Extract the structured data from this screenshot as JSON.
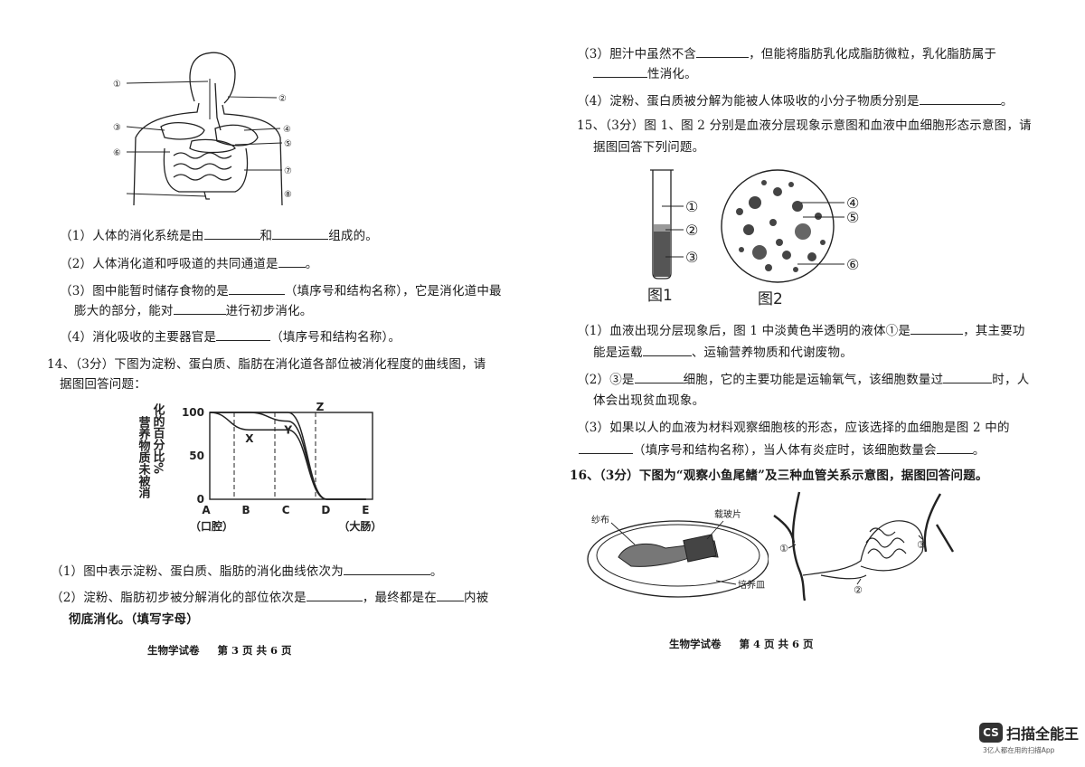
{
  "left_page": {
    "q13": {
      "digestive_labels": [
        "①",
        "③",
        "⑥",
        "②",
        "④",
        "⑤",
        "⑦",
        "⑧"
      ],
      "s1_pre": "（1）人体的消化系统是由",
      "s1_mid": "和",
      "s1_post": "组成的。",
      "s2": "（2）人体消化道和呼吸道的共同通道是",
      "s2_post": "。",
      "s3a": "（3）图中能暂时储存食物的是",
      "s3a_post": "（填序号和结构名称），它是消化道中最",
      "s3b_pre": "膨大的部分，能对",
      "s3b_post": "进行初步消化。",
      "s4": "（4）消化吸收的主要器官是",
      "s4_post": "（填序号和结构名称）。"
    },
    "q14": {
      "intro_a": "14、（3分）下图为淀粉、蛋白质、脂肪在消化道各部位被消化程度的曲线图，请",
      "intro_b": "据图回答问题：",
      "chart_ylabel_left": "营养物质未被消",
      "chart_ylabel_right": "化的百分比%",
      "q1": "（1）图中表示淀粉、蛋白质、脂肪的消化曲线依次为",
      "q1_post": "。",
      "q2a": "（2）淀粉、脂肪初步被分解消化的部位依次是",
      "q2a_mid": "，最终都是在",
      "q2a_post": "内被",
      "q2b": "彻底消化。（填写字母）"
    },
    "footer_subject": "生物学试卷",
    "footer_page": "第 3 页 共 6 页"
  },
  "right_page": {
    "q13_cont": {
      "s3a": "（3）胆汁中虽然不含",
      "s3a_post": "，但能将脂肪乳化成脂肪微粒，乳化脂肪属于",
      "s3b_post": "性消化。",
      "s4": "（4）淀粉、蛋白质被分解为能被人体吸收的小分子物质分别是",
      "s4_post": "。"
    },
    "q15": {
      "intro_a": "15、（3分）图 1、图 2 分别是血液分层现象示意图和血液中血细胞形态示意图，请",
      "intro_b": "据图回答下列问题。",
      "tube_labels": [
        "①",
        "②",
        "③"
      ],
      "cell_labels": [
        "④",
        "⑤",
        "⑥"
      ],
      "fig1": "图1",
      "fig2": "图2",
      "q1a": "（1）血液出现分层现象后，图 1 中淡黄色半透明的液体①是",
      "q1a_post": "，其主要功",
      "q1b": "能是运载",
      "q1b_post": "、运输营养物质和代谢废物。",
      "q2a": "（2）③是",
      "q2a_mid": "细胞，它的主要功能是运输氧气，该细胞数量过",
      "q2a_post": "时，人",
      "q2b": "体会出现贫血现象。",
      "q3a": "（3）如果以人的血液为材料观察细胞核的形态，应该选择的血细胞是图 2 中的",
      "q3b_post": "（填序号和结构名称），当人体有炎症时，该细胞数量会",
      "q3b_end": "。"
    },
    "q16": {
      "intro": "16、（3分）下图为“观察小鱼尾鳍”及三种血管关系示意图，据图回答问题。",
      "label_gauze": "纱布",
      "label_slide": "载玻片",
      "label_dish": "培养皿",
      "vessel_labels": [
        "①",
        "②",
        "③"
      ]
    },
    "footer_subject": "生物学试卷",
    "footer_page": "第 4 页 共 6 页"
  },
  "scanner": {
    "badge": "CS",
    "name": "扫描全能王",
    "tagline": "3亿人都在用的扫描App"
  },
  "chart_data": {
    "type": "line",
    "title": "",
    "xlabel": "",
    "ylabel": "营养物质未被消化的百分比%",
    "x": [
      "A",
      "B",
      "C",
      "D",
      "E"
    ],
    "x_annotations": {
      "A": "（口腔）",
      "E": "（大肠）"
    },
    "ylim": [
      0,
      100
    ],
    "yticks": [
      0,
      50,
      100
    ],
    "series": [
      {
        "name": "X",
        "values": [
          100,
          80,
          80,
          0,
          0
        ]
      },
      {
        "name": "Y",
        "values": [
          100,
          100,
          90,
          0,
          0
        ]
      },
      {
        "name": "Z",
        "values": [
          100,
          100,
          100,
          0,
          0
        ]
      }
    ]
  }
}
